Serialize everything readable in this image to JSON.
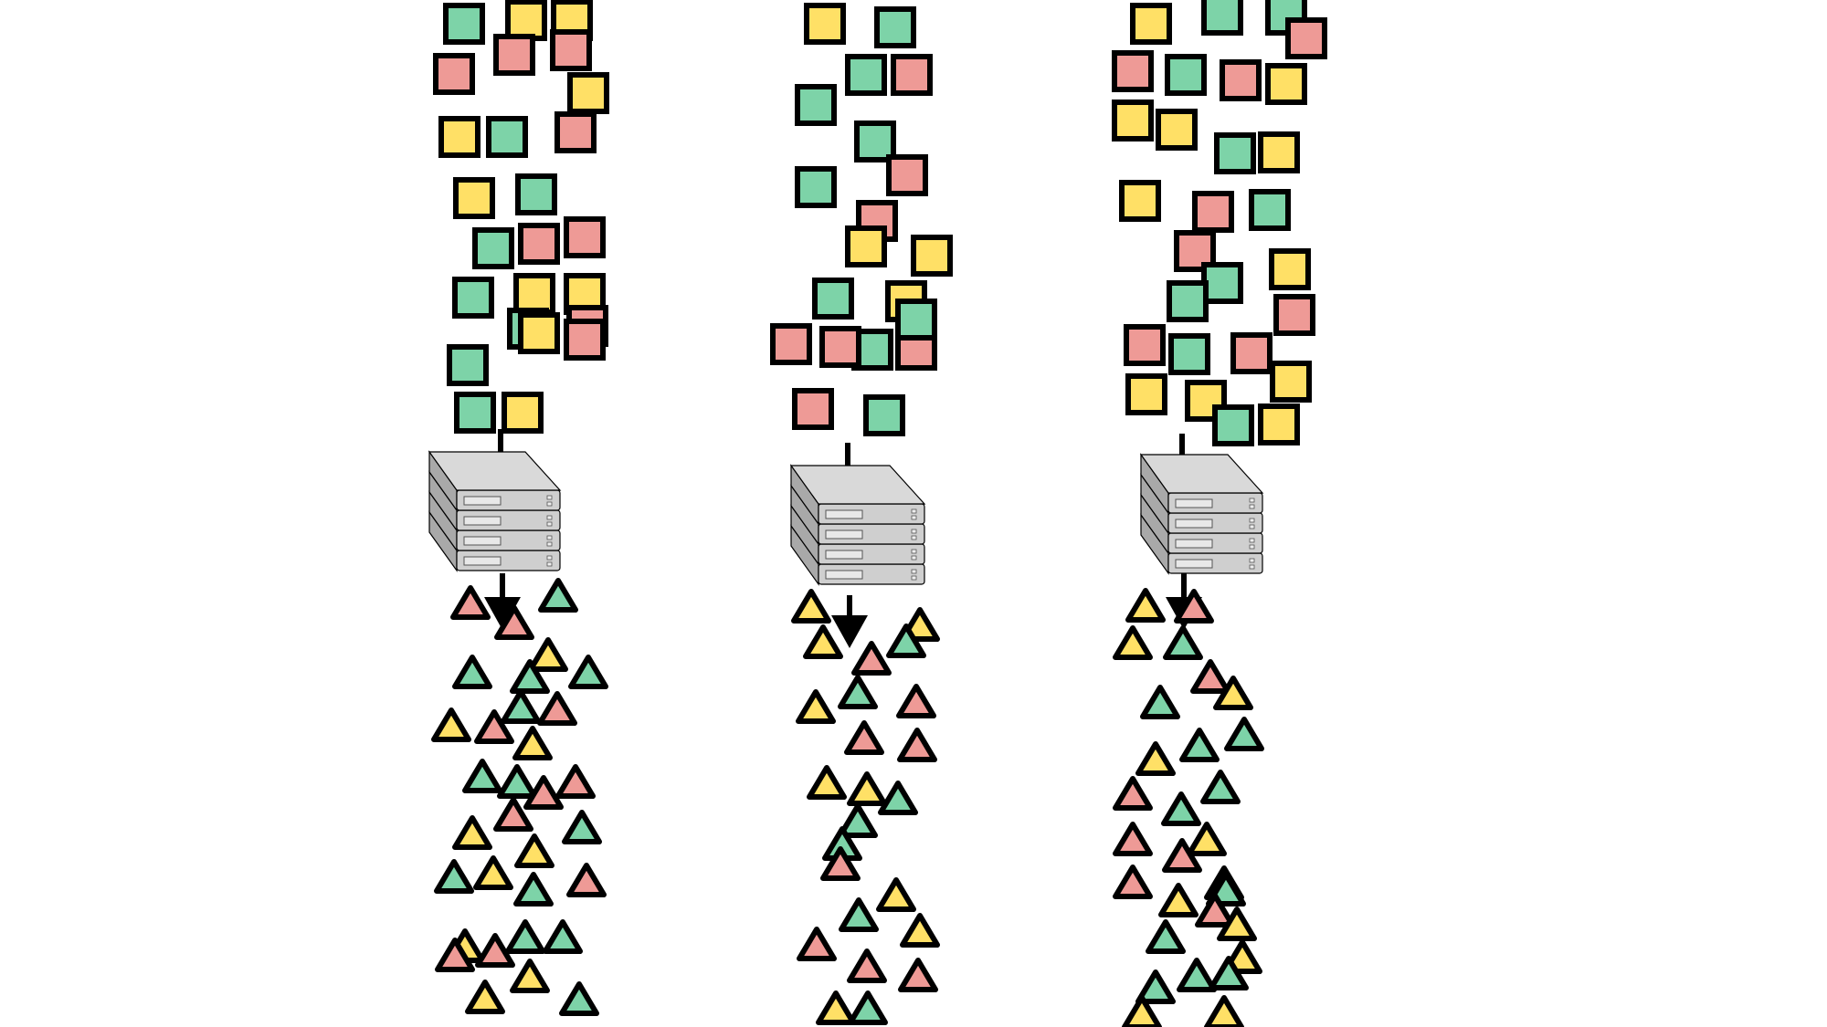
{
  "colors": {
    "green": "#7dd3a8",
    "pink": "#ee9a96",
    "yellow": "#ffe066",
    "outline": "#000000",
    "server_top": "#d9d9d9",
    "server_front": "#cfcfcf",
    "server_side": "#a9a9a9",
    "background": "#ffffff"
  },
  "diagram": {
    "description_free": true,
    "pipelines": [
      {
        "id": "pipeline-1",
        "input_shape": "square",
        "output_shape": "triangle",
        "server_units": 4,
        "inputs": [
          "green",
          "yellow",
          "yellow",
          "pink",
          "pink",
          "pink",
          "yellow",
          "green",
          "yellow",
          "pink",
          "yellow",
          "green",
          "green",
          "pink",
          "pink",
          "green",
          "yellow",
          "yellow",
          "green",
          "pink",
          "green",
          "pink",
          "yellow",
          "green",
          "yellow"
        ],
        "outputs": [
          "pink",
          "green",
          "pink",
          "yellow",
          "green",
          "green",
          "green",
          "yellow",
          "pink",
          "pink",
          "green",
          "yellow",
          "green",
          "pink",
          "green",
          "pink",
          "yellow",
          "green",
          "pink",
          "yellow",
          "green",
          "yellow",
          "pink",
          "green",
          "yellow",
          "pink",
          "green",
          "green",
          "pink",
          "yellow",
          "yellow",
          "green"
        ]
      },
      {
        "id": "pipeline-2",
        "input_shape": "square",
        "output_shape": "triangle",
        "server_units": 4,
        "inputs": [
          "yellow",
          "green",
          "green",
          "pink",
          "green",
          "green",
          "pink",
          "green",
          "pink",
          "yellow",
          "yellow",
          "green",
          "yellow",
          "pink",
          "green",
          "pink",
          "pink",
          "green",
          "green",
          "pink"
        ],
        "outputs": [
          "yellow",
          "yellow",
          "yellow",
          "green",
          "pink",
          "green",
          "yellow",
          "pink",
          "pink",
          "pink",
          "yellow",
          "yellow",
          "green",
          "green",
          "green",
          "pink",
          "yellow",
          "green",
          "yellow",
          "pink",
          "pink",
          "pink",
          "yellow",
          "green"
        ]
      },
      {
        "id": "pipeline-3",
        "input_shape": "square",
        "output_shape": "triangle",
        "server_units": 4,
        "inputs": [
          "yellow",
          "green",
          "green",
          "pink",
          "pink",
          "green",
          "pink",
          "yellow",
          "yellow",
          "yellow",
          "green",
          "yellow",
          "yellow",
          "pink",
          "green",
          "pink",
          "green",
          "yellow",
          "green",
          "pink",
          "pink",
          "pink",
          "green",
          "yellow",
          "yellow",
          "yellow",
          "green",
          "yellow"
        ],
        "outputs": [
          "yellow",
          "pink",
          "yellow",
          "green",
          "pink",
          "yellow",
          "green",
          "green",
          "green",
          "yellow",
          "green",
          "pink",
          "green",
          "pink",
          "yellow",
          "pink",
          "pink",
          "yellow",
          "yellow",
          "green",
          "pink",
          "yellow",
          "green",
          "yellow",
          "green",
          "green",
          "yellow",
          "yellow",
          "green"
        ]
      }
    ]
  }
}
